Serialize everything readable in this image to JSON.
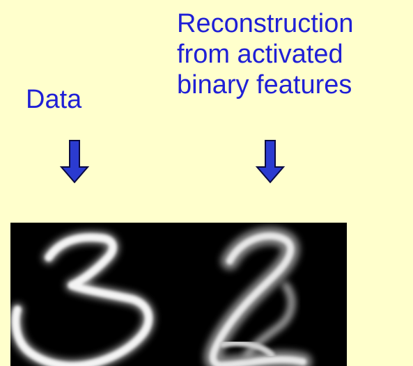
{
  "data_label": "Data",
  "reconstruction_label_lines": [
    "Reconstruction",
    "from activated",
    "binary features"
  ],
  "colors": {
    "background": "#ffffcc",
    "text": "#1f1fd6",
    "arrow_fill": "#2b3bd0",
    "arrow_stroke": "#0a0a40",
    "image_background": "#000000"
  },
  "images": [
    {
      "name": "data-digit",
      "depicts": "handwritten 3"
    },
    {
      "name": "reconstruction-digit",
      "depicts": "blurred handwritten 2 reconstruction"
    }
  ]
}
